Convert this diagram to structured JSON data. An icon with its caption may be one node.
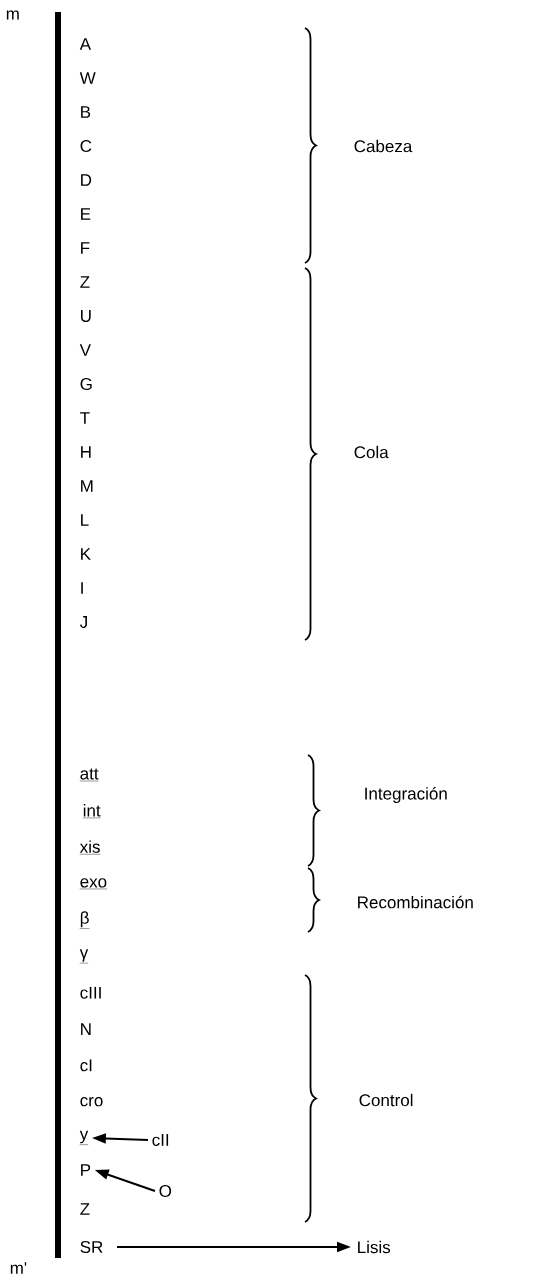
{
  "diagram": {
    "nodes": [
      {
        "text": [
          "y"
        ]
      },
      {
        "text": [
          "cII"
        ]
      },
      {
        "text": [
          "P"
        ]
      },
      {
        "text": [
          "O"
        ]
      },
      {
        "text": [
          "SR"
        ]
      },
      {
        "text": [
          "Lisis"
        ]
      }
    ],
    "edges": [
      {
        "from": 1,
        "to": 0,
        "arrow": "to"
      },
      {
        "from": 3,
        "to": 2,
        "arrow": "to"
      },
      {
        "from": 4,
        "to": 5,
        "arrow": "to"
      }
    ],
    "labels": [
      "m",
      "A",
      "W",
      "B",
      "C",
      "D",
      "E",
      "F",
      "Cabeza",
      "Z",
      "U",
      "V",
      "G",
      "T",
      "H",
      "M",
      "L",
      "K",
      "I",
      "J",
      "Cola",
      "att",
      "int",
      "Integración",
      "xis",
      "exo",
      "Recombinación",
      "β",
      "γ",
      "cIII",
      "N",
      "cI",
      "cro",
      "Control",
      "Z",
      "m'"
    ]
  }
}
